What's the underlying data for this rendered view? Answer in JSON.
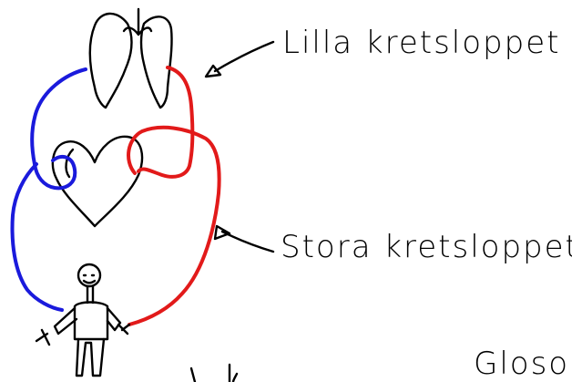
{
  "labels": {
    "small_circuit": "Lilla kretsloppet",
    "large_circuit": "Stora kretsloppet",
    "glossary_partial": "Glosor"
  },
  "colors": {
    "pulmonary_line": "#1a1adc",
    "systemic_line": "#e21a1a",
    "ink": "#000000"
  },
  "icons": [
    "lungs-icon",
    "heart-icon",
    "person-icon",
    "arrow-icon"
  ]
}
